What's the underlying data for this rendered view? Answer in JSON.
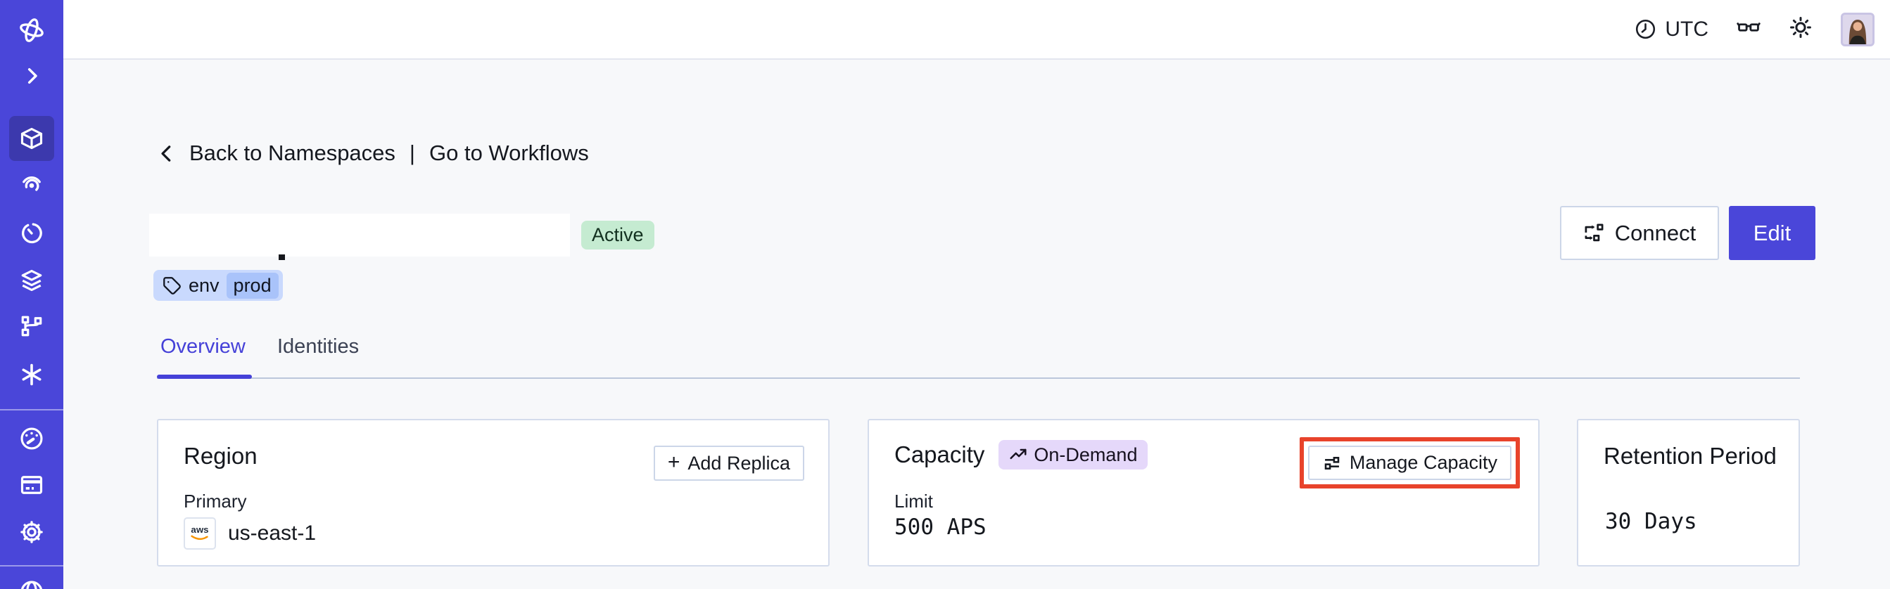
{
  "topbar": {
    "timezone": "UTC",
    "icons": [
      "clock-icon",
      "glasses-icon",
      "sun-icon",
      "user-avatar"
    ]
  },
  "sidebar": {
    "color": "#4a46d9",
    "active_item": "namespaces",
    "icons": [
      "temporal-logo",
      "expand-chevron",
      "namespaces-cube",
      "workflows-spiral",
      "schedules-timer",
      "deployments-layers",
      "batch-branch",
      "nexus-asterisk",
      "usage-gauge",
      "billing-card",
      "settings-gear",
      "globe-partial"
    ]
  },
  "breadcrumb": {
    "back_label": "Back to Namespaces",
    "separator": "|",
    "forward_label": "Go to Workflows"
  },
  "namespace_header": {
    "status_badge": "Active",
    "tag_key": "env",
    "tag_value": "prod",
    "connect_label": "Connect",
    "edit_label": "Edit"
  },
  "tabs": [
    {
      "label": "Overview",
      "active": true
    },
    {
      "label": "Identities",
      "active": false
    }
  ],
  "cards": {
    "region": {
      "title": "Region",
      "action_plus": "+",
      "action_label": "Add Replica",
      "field_label": "Primary",
      "provider": "aws",
      "value": "us-east-1"
    },
    "capacity": {
      "title": "Capacity",
      "badge_label": "On-Demand",
      "action_label": "Manage Capacity",
      "action_highlighted": true,
      "field_label": "Limit",
      "value": "500 APS"
    },
    "retention": {
      "title": "Retention Period",
      "value": "30 Days"
    }
  },
  "colors": {
    "sidebar": "#4a46d9",
    "sidebar_active": "#3c39ad",
    "accent_indigo": "#4541d8",
    "highlight_red": "#e8432b",
    "status_green_bg": "#c5ebd1",
    "tag_blue_bg": "#c9d9fd",
    "tag_blue_inner": "#a9c3fa",
    "ondemand_purple_bg": "#e5d8fa",
    "page_bg": "#f7f8fa",
    "button_border": "#ccd6e8",
    "card_border": "#d4dcec"
  }
}
